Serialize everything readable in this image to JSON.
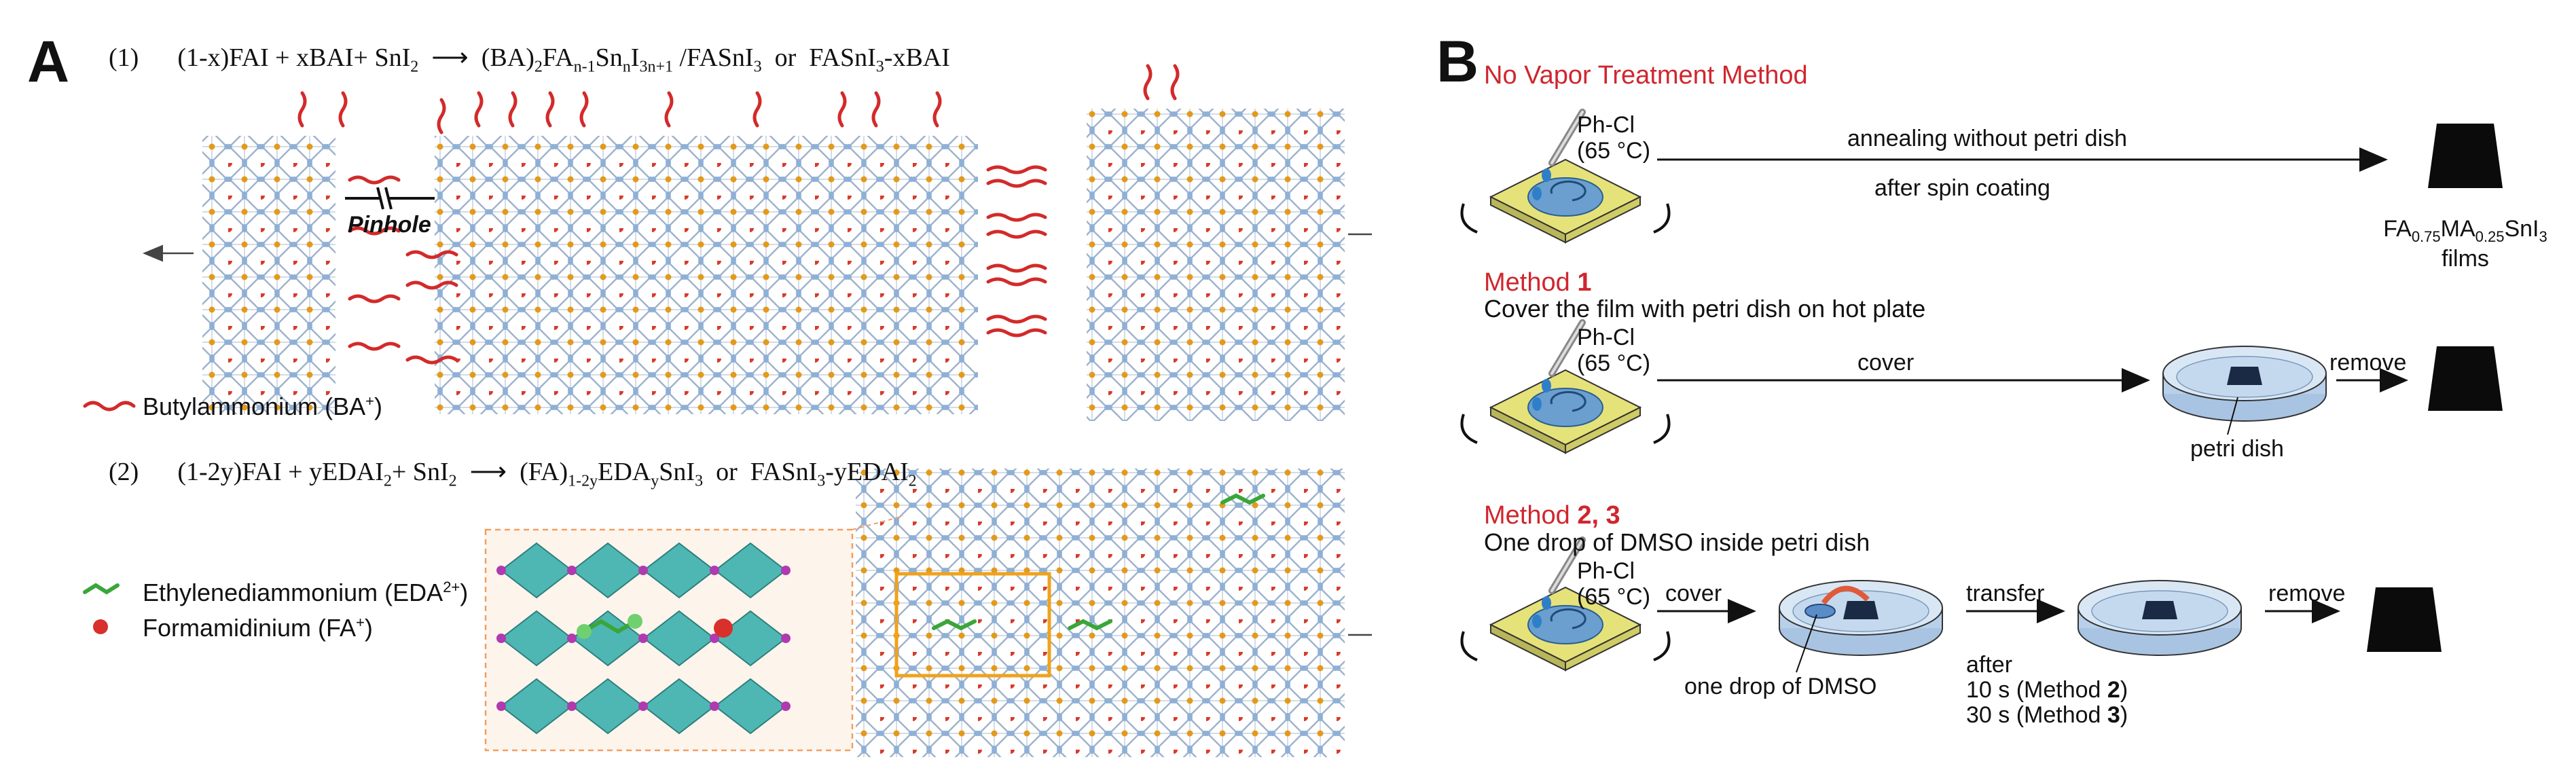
{
  "panel_a": {
    "letter": "A",
    "eq1": {
      "number": "(1)",
      "reactants": "(1-x)FAI + xBAI+ SnI",
      "reactants_sub": "2",
      "product_main": "(BA)",
      "product_sub1": "2",
      "product_fa": "FA",
      "product_sub2": "n-1",
      "product_sn": "Sn",
      "product_sub3": "n",
      "product_i": "I",
      "product_sub4": "3n+1",
      "product_rest": " /FASnI",
      "product_sub5": "3",
      "or": "or",
      "alt": "FASnI",
      "alt_sub": "3",
      "alt_rest": "-xBAI"
    },
    "pinhole_label": "Pinhole",
    "legend_ba": "Butylammonium (BA",
    "legend_ba_sup": "+",
    "eq2": {
      "number": "(2)",
      "reactants": "(1-2y)FAI + yEDAI",
      "reactants_sub": "2",
      "reactants_rest": "+ SnI",
      "reactants_sub2": "2",
      "product_main": "(FA)",
      "product_sub1": "1-2y",
      "product_eda": "EDA",
      "product_sub2": "y",
      "product_rest": "SnI",
      "product_sub3": "3",
      "or": "or",
      "alt": "FASnI",
      "alt_sub": "3",
      "alt_rest": "-yEDAI",
      "alt_sub2": "2"
    },
    "legend_eda": "Ethylenediammonium (EDA",
    "legend_eda_sup": "2+",
    "legend_fa": "Formamidinium (FA",
    "legend_fa_sup": "+"
  },
  "panel_b": {
    "letter": "B",
    "row1": {
      "title": "No Vapor Treatment Method",
      "solvent": "Ph-Cl",
      "temp": "(65 °C)",
      "arrow_top": "annealing without petri dish",
      "arrow_bottom": "after spin coating",
      "film_pre": "FA",
      "film_sub1": "0.75",
      "film_mid": "MA",
      "film_sub2": "0.25",
      "film_post": "SnI",
      "film_sub3": "3",
      "film_line2": "films"
    },
    "row2": {
      "title_prefix": "Method ",
      "title_num": "1",
      "subtitle": "Cover the film with petri dish on hot plate",
      "solvent": "Ph-Cl",
      "temp": "(65 °C)",
      "arrow_label": "cover",
      "dish_label": "petri dish",
      "remove_label": "remove"
    },
    "row3": {
      "title_prefix": "Method ",
      "title_num": "2, 3",
      "subtitle": "One drop of DMSO inside petri dish",
      "solvent": "Ph-Cl",
      "temp": "(65 °C)",
      "cover_label": "cover",
      "transfer_label": "transfer",
      "drop_label": "one drop of DMSO",
      "after_label": "after",
      "time1": "10 s (Method ",
      "time1_num": "2",
      "time1_end": ")",
      "time2": "30 s (Method ",
      "time2_num": "3",
      "time2_end": ")",
      "remove_label": "remove"
    }
  },
  "colors": {
    "accent_red": "#d0262e",
    "lattice_blue": "#9fb3cc",
    "octahedron": "#4fb7b3",
    "substrate_yellow": "#e6e27a",
    "film_black": "#0b0b0b",
    "ba_chain": "#d32a2a",
    "eda_green": "#3aa63a",
    "highlight_orange": "#f0a21a"
  }
}
